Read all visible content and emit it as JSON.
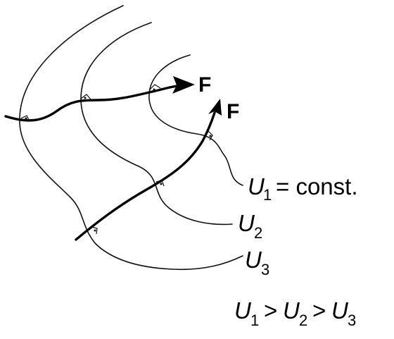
{
  "labels": {
    "force_top": "F",
    "force_right": "F",
    "u_symbol": "U",
    "sub_1": "1",
    "sub_2": "2",
    "sub_3": "3",
    "const_text": "= const.",
    "gt": ">"
  }
}
